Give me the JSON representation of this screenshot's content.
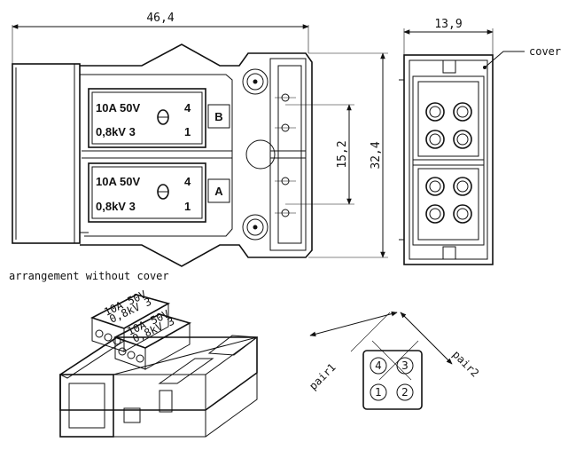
{
  "dimensions": {
    "width_total": "46,4",
    "height_total": "32,4",
    "pitch": "15,2",
    "depth": "13,9"
  },
  "labels": {
    "cover": "cover",
    "arrangement": "arrangement without cover",
    "pair1": "pair1",
    "pair2": "pair2"
  },
  "modules": [
    {
      "rating_a": "10A 50V",
      "rating_b": "0,8kV 3",
      "pin_top": "4",
      "pin_bottom": "1",
      "letter": "B"
    },
    {
      "rating_a": "10A 50V",
      "rating_b": "0,8kV 3",
      "pin_top": "4",
      "pin_bottom": "1",
      "letter": "A"
    }
  ],
  "pin_layout": {
    "top_left": "4",
    "top_right": "3",
    "bottom_left": "1",
    "bottom_right": "2"
  },
  "iso_labels": {
    "rating_a": "10A 50V",
    "rating_b": "0,8kV 3"
  }
}
